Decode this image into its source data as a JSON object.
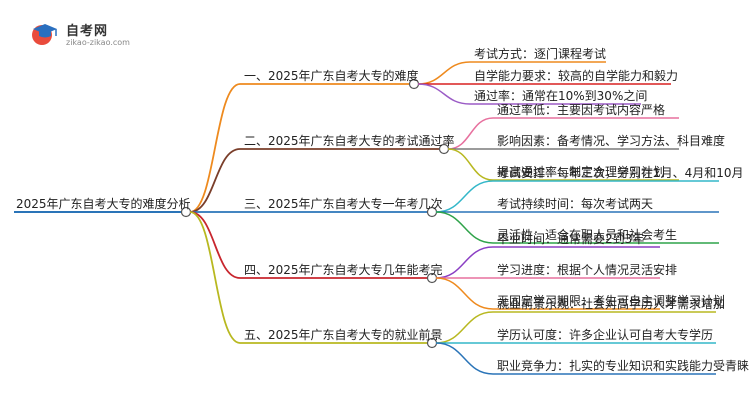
{
  "logo": {
    "name": "自考网",
    "domain": "zikao-zikao.com",
    "icon": "graduation-cap-icon"
  },
  "root": {
    "label": "2025年广东自考大专的难度分析"
  },
  "branches": [
    {
      "label": "一、2025年广东自考大专的难度",
      "color": "#ee8a1e",
      "children": [
        {
          "label": "考试方式：逐门课程考试",
          "color": "#ee8a1e"
        },
        {
          "label": "自学能力要求：较高的自学能力和毅力",
          "color": "#d82020"
        },
        {
          "label": "通过率：通常在10%到30%之间",
          "color": "#9b5cc6"
        }
      ]
    },
    {
      "label": "二、2025年广东自考大专的考试通过率",
      "color": "#7a3e2a",
      "children": [
        {
          "label": "通过率低：主要因考试内容严格",
          "color": "#e7709e"
        },
        {
          "label": "影响因素：备考情况、学习方法、科目难度",
          "color": "#7a7a7a"
        },
        {
          "label": "提高通过率：制定合理学习计划",
          "color": "#b8b820"
        }
      ]
    },
    {
      "label": "三、2025年广东自考大专一年考几次",
      "color": "#2a74b8",
      "children": [
        {
          "label": "考试安排：每年三次，分别在1月、4月和10月",
          "color": "#34b7c9"
        },
        {
          "label": "考试持续时间：每次考试两天",
          "color": "#2a74b8"
        },
        {
          "label": "灵活性：适合在职人员和社会考生",
          "color": "#2fa34a"
        }
      ]
    },
    {
      "label": "四、2025年广东自考大专几年能考完",
      "color": "#c8262e",
      "children": [
        {
          "label": "毕业时间：通常需要2到3年",
          "color": "#8b3fc4"
        },
        {
          "label": "学习进度：根据个人情况灵活安排",
          "color": "#e7709e"
        },
        {
          "label": "无固定学习期限：考生可自主调整学习计划",
          "color": "#ee8a1e"
        }
      ]
    },
    {
      "label": "五、2025年广东自考大专的就业前景",
      "color": "#b8b820",
      "children": [
        {
          "label": "就业前景乐观：社会对高学历人才需求增加",
          "color": "#b8b820"
        },
        {
          "label": "学历认可度：许多企业认可自考大专学历",
          "color": "#34b7c9"
        },
        {
          "label": "职业竞争力：扎实的专业知识和实践能力受青睐",
          "color": "#2a74b8"
        }
      ]
    }
  ],
  "colors": {
    "root_line": "#2a74b8",
    "node_fill": "#ffffff",
    "node_stroke": "#555555"
  }
}
